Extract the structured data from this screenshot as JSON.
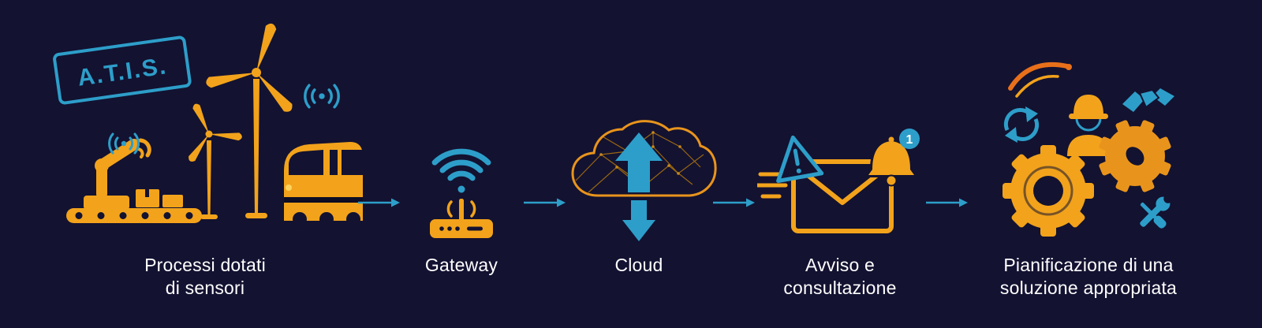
{
  "diagram": {
    "background": "#131231",
    "colors": {
      "orange": "#F2A31B",
      "deep_orange": "#E8941C",
      "teal": "#2D9EC9",
      "white": "#FFFFFF"
    },
    "stamp_text": "A.T.I.S.",
    "notification_count": "1",
    "stages": [
      {
        "name": "sensored-processes",
        "label_line1": "Processi dotati",
        "label_line2": "di sensori"
      },
      {
        "name": "gateway",
        "label_line1": "Gateway",
        "label_line2": ""
      },
      {
        "name": "cloud",
        "label_line1": "Cloud",
        "label_line2": ""
      },
      {
        "name": "alert-consultation",
        "label_line1": "Avviso e",
        "label_line2": "consultazione"
      },
      {
        "name": "solution-planning",
        "label_line1": "Pianificazione di una",
        "label_line2": "soluzione appropriata"
      }
    ]
  }
}
